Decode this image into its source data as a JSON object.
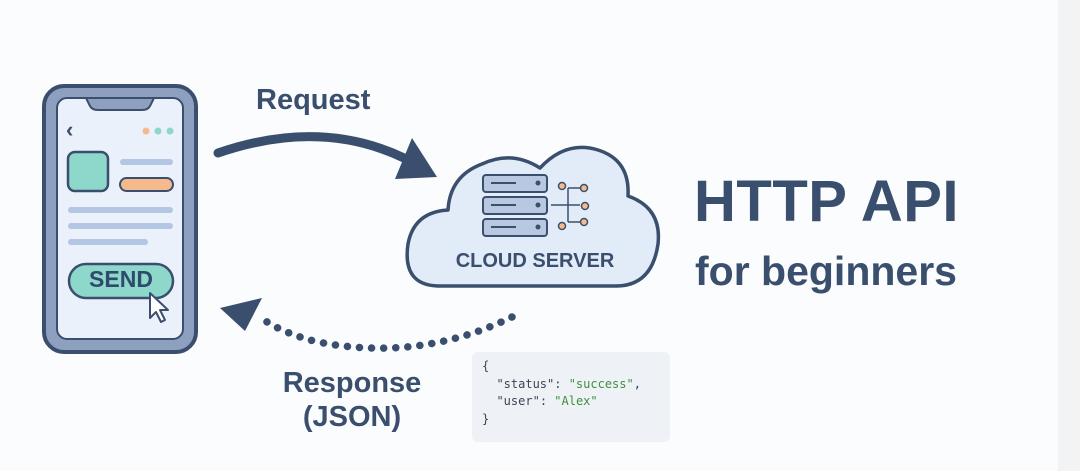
{
  "title": {
    "main": "HTTP API",
    "sub": "for beginners"
  },
  "request_label": "Request",
  "response_label": {
    "line1": "Response",
    "line2": "(JSON)"
  },
  "phone": {
    "back_glyph": "‹",
    "send_label": "SEND"
  },
  "server": {
    "label": "CLOUD SERVER"
  },
  "json_snippet": {
    "open": "{",
    "status_key": "\"status\"",
    "status_value": "\"success\"",
    "user_key": "\"user\"",
    "user_value": "\"Alex\"",
    "close": "}"
  },
  "colors": {
    "outline": "#3a4e6d",
    "phone_frame": "#8ea0c0",
    "phone_screen": "#eaf1fb",
    "teal": "#8ed8cb",
    "orange": "#f4b98d",
    "light_line": "#b3c6e4",
    "cloud_fill": "#e2ecf8",
    "json_string": "#3f8f3f"
  }
}
